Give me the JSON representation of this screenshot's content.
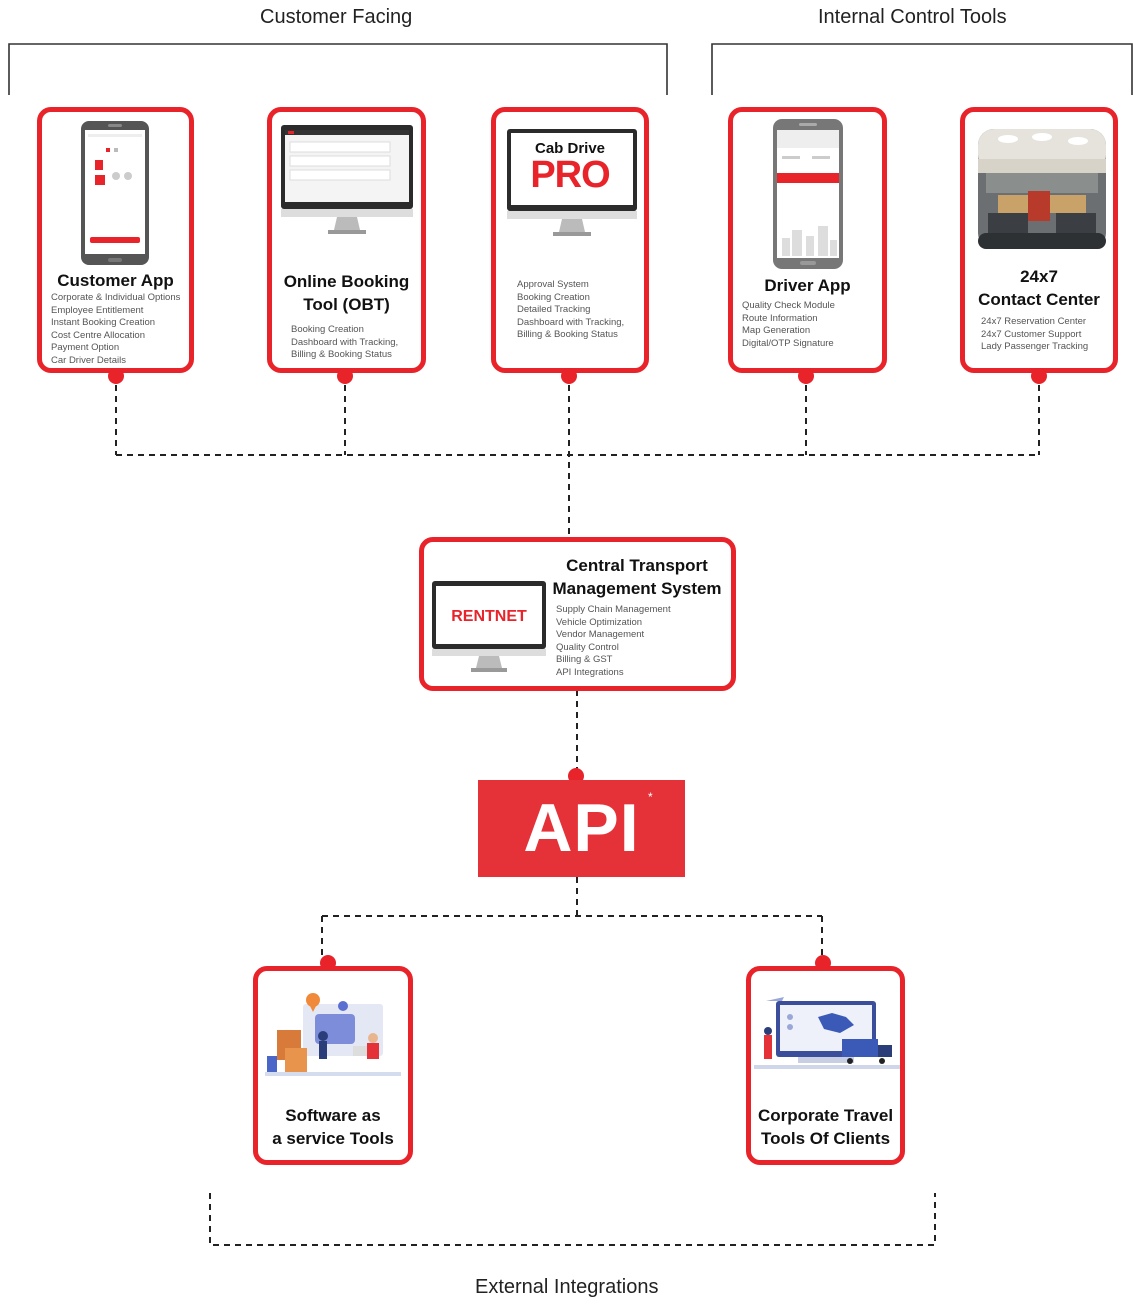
{
  "groups": {
    "customer_facing": "Customer Facing",
    "internal_control": "Internal Control Tools",
    "external_integrations": "External Integrations"
  },
  "cards": {
    "customer_app": {
      "title": "Customer App",
      "features": [
        "Corporate & Individual Options",
        "Employee Entitlement",
        "Instant Booking Creation",
        "Cost Centre Allocation",
        "Payment Option",
        "Car Driver Details"
      ]
    },
    "obt": {
      "title_line1": "Online Booking",
      "title_line2": "Tool (OBT)",
      "features": [
        "Booking Creation",
        "Dashboard with Tracking,",
        "Billing & Booking Status"
      ]
    },
    "cabdrive_pro": {
      "logo_top": "Cab Drive",
      "logo_bottom": "PRO",
      "features": [
        "Approval System",
        "Booking Creation",
        "Detailed Tracking",
        "Dashboard with Tracking,",
        "Billing & Booking Status"
      ]
    },
    "driver_app": {
      "title": "Driver App",
      "features": [
        "Quality Check Module",
        "Route Information",
        "Map Generation",
        "Digital/OTP Signature"
      ]
    },
    "contact_center": {
      "title_line1": "24x7",
      "title_line2": "Contact Center",
      "features": [
        "24x7 Reservation Center",
        "24x7 Customer Support",
        "Lady Passenger Tracking"
      ]
    },
    "ctms": {
      "title_line1": "Central Transport",
      "title_line2": "Management System",
      "screen_text": "RENTNET",
      "features": [
        "Supply Chain Management",
        "Vehicle Optimization",
        "Vendor Management",
        "Quality Control",
        "Billing & GST",
        "API Integrations"
      ]
    },
    "api": {
      "label": "API",
      "mark": "*"
    },
    "saas": {
      "title_line1": "Software as",
      "title_line2": "a service Tools"
    },
    "corporate_travel": {
      "title_line1": "Corporate Travel",
      "title_line2": "Tools Of Clients"
    }
  },
  "colors": {
    "accent": "#e8232a",
    "dashed_line": "#222222",
    "bracket": "#333333"
  }
}
